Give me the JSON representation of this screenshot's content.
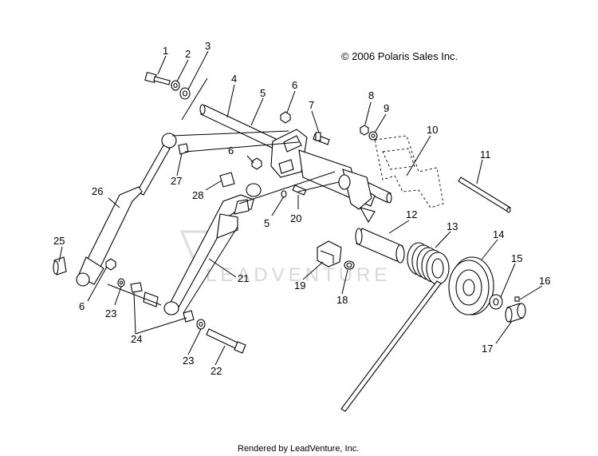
{
  "copyright": "© 2006 Polaris Sales Inc.",
  "watermark": "LEADVENTURE",
  "footer": "Rendered by LeadVenture, Inc.",
  "callouts": [
    "1",
    "2",
    "3",
    "4",
    "5",
    "6",
    "7",
    "8",
    "9",
    "10",
    "11",
    "12",
    "13",
    "14",
    "15",
    "16",
    "17",
    "18",
    "19",
    "20",
    "21",
    "22",
    "23",
    "24",
    "25",
    "26",
    "27",
    "28",
    "5",
    "6",
    "23",
    "6",
    "20"
  ]
}
